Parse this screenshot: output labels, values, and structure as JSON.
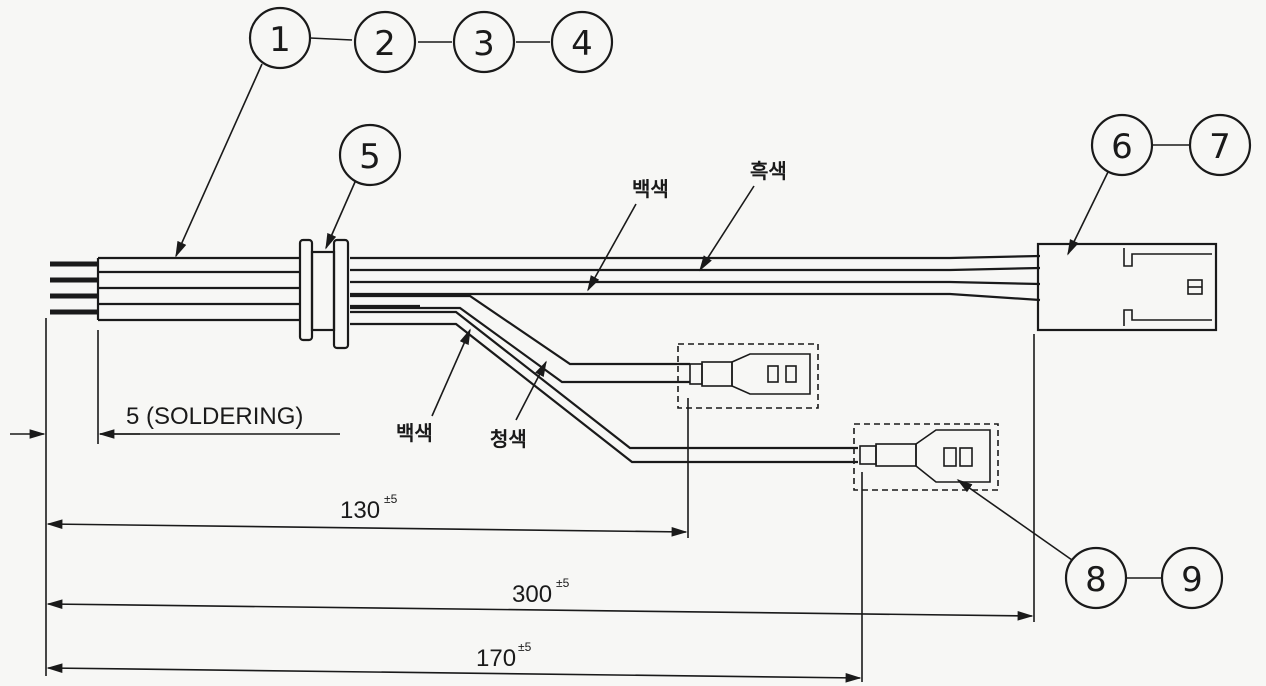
{
  "balloons": {
    "b1": "1",
    "b2": "2",
    "b3": "3",
    "b4": "4",
    "b5": "5",
    "b6": "6",
    "b7": "7",
    "b8": "8",
    "b9": "9"
  },
  "wire_labels": {
    "white_top": "백색",
    "black_top": "흑색",
    "white_bottom": "백색",
    "blue_bottom": "청색"
  },
  "dimensions": {
    "soldering": "5 (SOLDERING)",
    "d130": "130",
    "d130_tol": "±5",
    "d300": "300",
    "d300_tol": "±5",
    "d170": "170",
    "d170_tol": "±5"
  }
}
